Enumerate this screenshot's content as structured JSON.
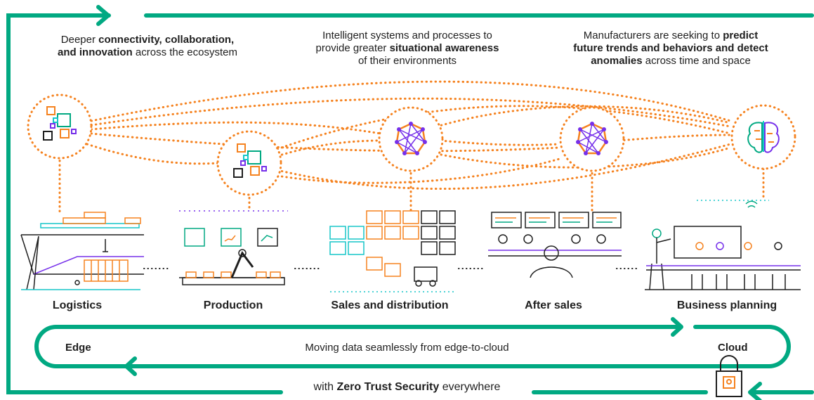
{
  "colors": {
    "green": "#01a982",
    "orange": "#f5821f",
    "purple": "#7630ea",
    "teal": "#17c6c8",
    "dark": "#1f1f1f"
  },
  "header": {
    "left": {
      "t1": "Deeper ",
      "b1": "connectivity, collaboration,",
      "b2": "and innovation",
      "t2": " across the ecosystem"
    },
    "center": {
      "t1": "Intelligent systems and processes to",
      "t2": "provide greater ",
      "b1": "situational awareness",
      "t3": "of their environments"
    },
    "right": {
      "t1": "Manufacturers are seeking to ",
      "b1": "predict",
      "b2": "future trends and behaviors and detect",
      "b3": "anomalies",
      "t2": " across time and space"
    }
  },
  "stages": [
    {
      "label": "Logistics",
      "icon": "cargo-ship-icon"
    },
    {
      "label": "Production",
      "icon": "factory-robot-icon"
    },
    {
      "label": "Sales and distribution",
      "icon": "warehouse-forklift-icon"
    },
    {
      "label": "After sales",
      "icon": "call-center-icon"
    },
    {
      "label": "Business planning",
      "icon": "meeting-room-icon"
    }
  ],
  "loop": {
    "left": "Edge",
    "middle": "Moving data seamlessly from edge-to-cloud",
    "right": "Cloud"
  },
  "footer": {
    "t1": "with ",
    "b1": "Zero Trust Security",
    "t2": " everywhere",
    "icon": "padlock-icon"
  },
  "nodes": [
    "squares-cluster-icon",
    "squares-cluster-icon",
    "mesh-network-icon",
    "mesh-network-icon",
    "ai-brain-icon"
  ]
}
